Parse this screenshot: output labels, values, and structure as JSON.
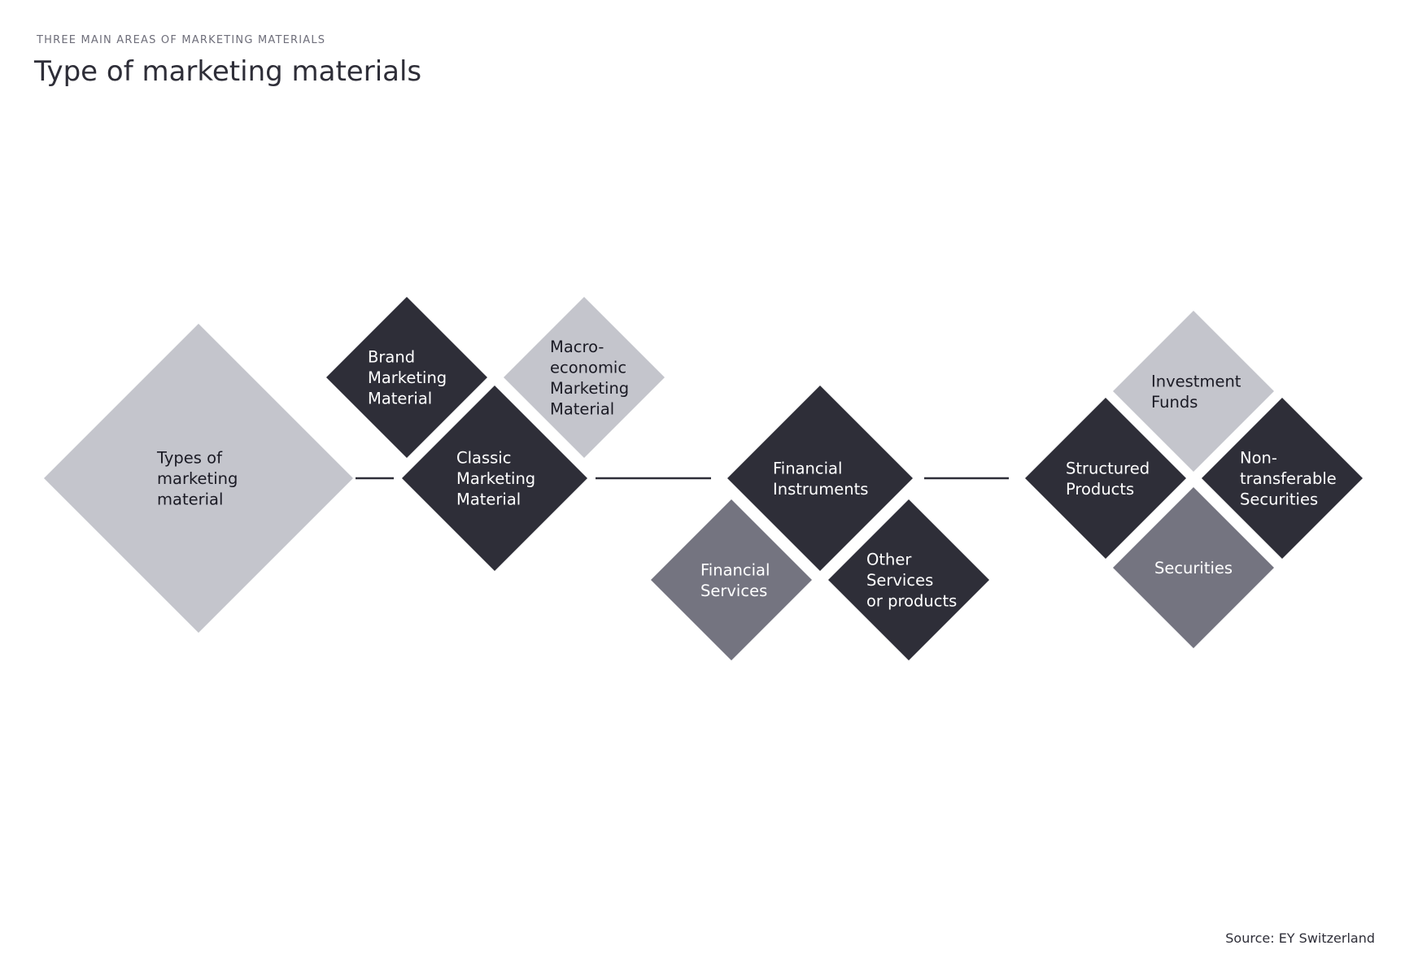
{
  "header": {
    "eyebrow": "THREE MAIN AREAS OF MARKETING MATERIALS",
    "title": "Type of marketing materials"
  },
  "footer": {
    "source": "Source: EY Switzerland"
  },
  "colors": {
    "dark": "#2e2e38",
    "light": "#c4c5cc",
    "medium": "#747480",
    "white_text": "#ffffff",
    "dark_text": "#1a1a24"
  },
  "nodes": [
    {
      "id": "types",
      "lines": [
        "Types of",
        "marketing",
        "material"
      ],
      "shade": "light"
    },
    {
      "id": "brand",
      "lines": [
        "Brand",
        "Marketing",
        "Material"
      ],
      "shade": "dark"
    },
    {
      "id": "macro",
      "lines": [
        "Macro-",
        "economic",
        "Marketing",
        "Material"
      ],
      "shade": "light"
    },
    {
      "id": "classic",
      "lines": [
        "Classic",
        "Marketing",
        "Material"
      ],
      "shade": "dark"
    },
    {
      "id": "fin-instruments",
      "lines": [
        "Financial",
        "Instruments"
      ],
      "shade": "dark"
    },
    {
      "id": "fin-services",
      "lines": [
        "Financial",
        "Services"
      ],
      "shade": "medium"
    },
    {
      "id": "other-services",
      "lines": [
        "Other",
        "Services",
        "or products"
      ],
      "shade": "dark"
    },
    {
      "id": "investment-funds",
      "lines": [
        "Investment",
        "Funds"
      ],
      "shade": "light"
    },
    {
      "id": "structured",
      "lines": [
        "Structured",
        "Products"
      ],
      "shade": "dark"
    },
    {
      "id": "non-transferable",
      "lines": [
        "Non-",
        "transferable",
        "Securities"
      ],
      "shade": "dark"
    },
    {
      "id": "securities",
      "lines": [
        "Securities"
      ],
      "shade": "medium"
    }
  ]
}
